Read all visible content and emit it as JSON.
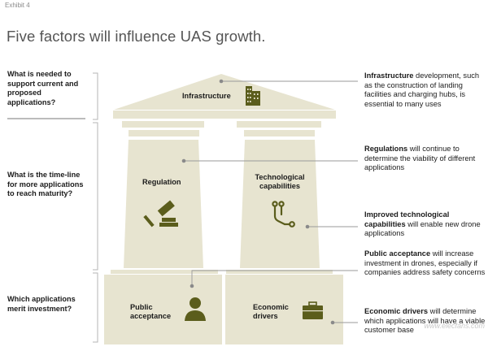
{
  "exhibit": "Exhibit 4",
  "title": "Five factors will influence UAS growth.",
  "questions": [
    "What is needed to support current and proposed applications?",
    "What is the time-line for more applications to reach maturity?",
    "Which applications merit investment?"
  ],
  "pillars": {
    "infrastructure": "Infrastructure",
    "regulation": "Regulation",
    "technological": "Technological capabilities",
    "public": "Public acceptance",
    "economic": "Economic drivers"
  },
  "descriptions": {
    "infrastructure": {
      "bold": "Infrastructure",
      "rest": " development, such as the construction of landing facilities and charging hubs, is essential to many uses"
    },
    "regulations": {
      "bold": "Regulations",
      "rest": " will continue to determine the viability of different applications"
    },
    "technological": {
      "bold": "Improved technological capabilities",
      "rest": " will enable new drone applications"
    },
    "public": {
      "bold": "Public acceptance",
      "rest": " will increase investment in drones, especially if companies address safety concerns"
    },
    "economic": {
      "bold": "Economic drivers",
      "rest": " will determine which applications will have a viable customer base"
    }
  },
  "watermark": "www.elecfans.com",
  "colors": {
    "stone": "#e7e4d0",
    "stone_edge": "#d6d2b8",
    "icon": "#5b5d1c",
    "line": "#9a9a9a"
  }
}
